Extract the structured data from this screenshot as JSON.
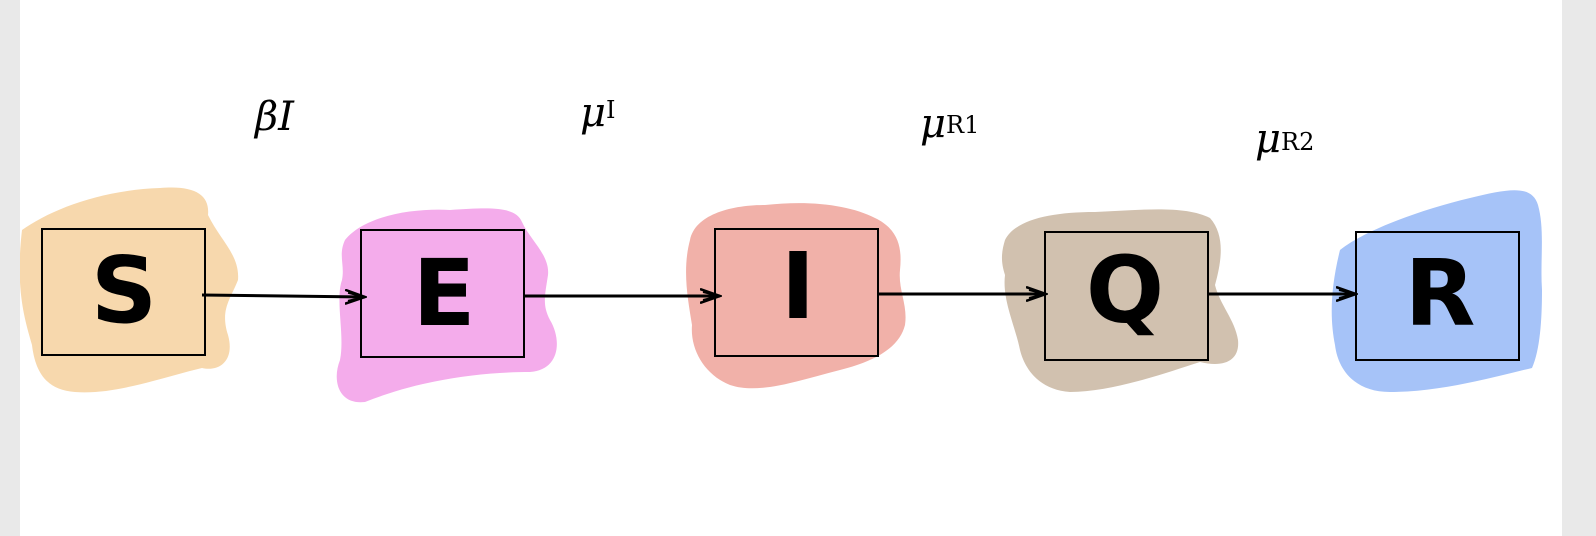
{
  "diagram": {
    "compartments": [
      {
        "id": "S",
        "label": "S",
        "color": "#f7d8ad"
      },
      {
        "id": "E",
        "label": "E",
        "color": "#f4aceb"
      },
      {
        "id": "I",
        "label": "I",
        "color": "#f1b1a9"
      },
      {
        "id": "Q",
        "label": "Q",
        "color": "#d1c1af"
      },
      {
        "id": "R",
        "label": "R",
        "color": "#a6c3f8"
      }
    ],
    "transitions": [
      {
        "from": "S",
        "to": "E",
        "symbol": "βI",
        "subscript": ""
      },
      {
        "from": "E",
        "to": "I",
        "symbol": "μ",
        "subscript": "I"
      },
      {
        "from": "I",
        "to": "Q",
        "symbol": "μ",
        "subscript": "R1"
      },
      {
        "from": "Q",
        "to": "R",
        "symbol": "μ",
        "subscript": "R2"
      }
    ]
  }
}
